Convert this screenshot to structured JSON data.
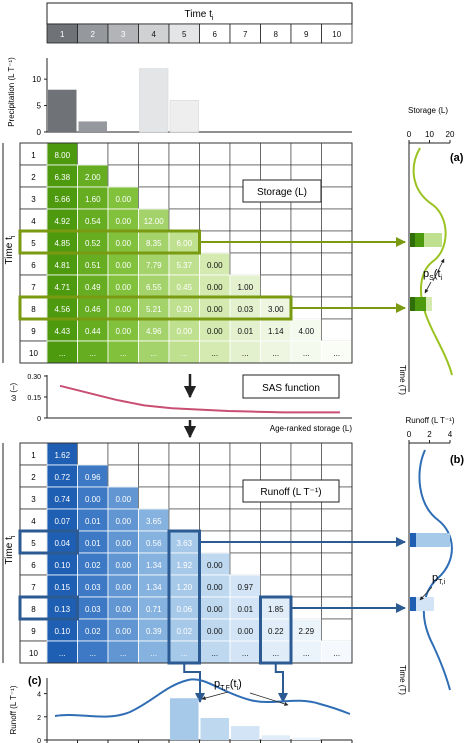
{
  "time_header": {
    "title": "Time t",
    "subscript": "i",
    "cells": [
      "1",
      "2",
      "3",
      "4",
      "5",
      "6",
      "7",
      "8",
      "9",
      "10"
    ],
    "shades": [
      "#6f7277",
      "#95989c",
      "#b2b4b7",
      "#cfd1d3",
      "#e4e5e6",
      "#ffffff",
      "#ffffff",
      "#ffffff",
      "#ffffff",
      "#ffffff"
    ]
  },
  "precip_chart": {
    "ylabel": "Precipitation (L T⁻¹)",
    "yticks": [
      "0",
      "5",
      "10"
    ],
    "chart_data": {
      "type": "bar",
      "categories": [
        "1",
        "2",
        "3",
        "4",
        "5",
        "6",
        "7",
        "8",
        "9",
        "10"
      ],
      "values": [
        8,
        2,
        0,
        12,
        6,
        0,
        0,
        0,
        0,
        0
      ],
      "ylim": [
        0,
        14
      ],
      "colors": [
        "#6f7277",
        "#95989c",
        "#b2b4b7",
        "#e4e5e6",
        "#eeeeef",
        "#ffffff",
        "#ffffff",
        "#ffffff",
        "#ffffff",
        "#ffffff"
      ]
    }
  },
  "storage_matrix": {
    "row_axis": "Time t",
    "row_axis_sub": "i",
    "row_labels": [
      "1",
      "2",
      "3",
      "4",
      "5",
      "6",
      "7",
      "8",
      "9",
      "10"
    ],
    "rows": [
      [
        "8.00"
      ],
      [
        "6.38",
        "2.00"
      ],
      [
        "5.66",
        "1.60",
        "0.00"
      ],
      [
        "4.92",
        "0.54",
        "0.00",
        "12.00"
      ],
      [
        "4.85",
        "0.52",
        "0.00",
        "8.35",
        "6.00"
      ],
      [
        "4.81",
        "0.51",
        "0.00",
        "7.79",
        "5.37",
        "0.00"
      ],
      [
        "4.71",
        "0.49",
        "0.00",
        "6.55",
        "0.45",
        "0.00",
        "1.00"
      ],
      [
        "4.56",
        "0.46",
        "0.00",
        "5.21",
        "0.20",
        "0.00",
        "0.03",
        "3.00"
      ],
      [
        "4.43",
        "0.44",
        "0.00",
        "4.96",
        "0.00",
        "0.00",
        "0.01",
        "1.14",
        "4.00"
      ],
      [
        "...",
        "...",
        "...",
        "...",
        "...",
        "...",
        "...",
        "...",
        "...",
        "..."
      ]
    ],
    "col_colors": [
      "#4e9a0e",
      "#66ad22",
      "#82c13c",
      "#a3d36a",
      "#bfe08f",
      "#d4eab1",
      "#e4f1cf",
      "#eef6e2",
      "#f5faef",
      "#fafcf6"
    ],
    "label": "Storage (L)",
    "highlight_rows": [
      5,
      8
    ],
    "accent": "#7a9a12"
  },
  "storage_profile": {
    "letter": "(a)",
    "xlabel": "Storage (L)",
    "xticks": [
      "0",
      "10",
      "20"
    ],
    "ylabel": "Time (T)",
    "curve_label": "p",
    "curve_sub": "S",
    "curve_arg": "(t",
    "curve_arg_sub": "i",
    "curve_color": "#9ac321"
  },
  "sas": {
    "ylabel": "ω (–)",
    "yticks": [
      "0",
      "0.15",
      "0.30"
    ],
    "xlabel": "Age-ranked storage (L)",
    "box_label": "SAS function",
    "curve_color": "#c94e73",
    "chart_data": {
      "type": "line",
      "x": [
        0,
        0.1,
        0.2,
        0.3,
        0.4,
        0.5,
        0.6,
        0.7,
        0.8,
        0.9,
        1.0
      ],
      "values": [
        0.23,
        0.18,
        0.13,
        0.09,
        0.07,
        0.06,
        0.05,
        0.045,
        0.04,
        0.04,
        0.04
      ],
      "ylim": [
        0,
        0.3
      ]
    }
  },
  "runoff_matrix": {
    "row_axis": "Time t",
    "row_axis_sub": "i",
    "row_labels": [
      "1",
      "2",
      "3",
      "4",
      "5",
      "6",
      "7",
      "8",
      "9",
      "10"
    ],
    "rows": [
      [
        "1.62"
      ],
      [
        "0.72",
        "0.96"
      ],
      [
        "0.74",
        "0.00",
        "0.00"
      ],
      [
        "0.07",
        "0.01",
        "0.00",
        "3.65"
      ],
      [
        "0.04",
        "0.01",
        "0.00",
        "0.56",
        "3.63"
      ],
      [
        "0.10",
        "0.02",
        "0.00",
        "1.34",
        "1.92",
        "0.00"
      ],
      [
        "0.15",
        "0.03",
        "0.00",
        "1.34",
        "1.20",
        "0.00",
        "0.97"
      ],
      [
        "0.13",
        "0.03",
        "0.00",
        "0.71",
        "0.06",
        "0.00",
        "0.01",
        "1.85"
      ],
      [
        "0.10",
        "0.02",
        "0.00",
        "0.39",
        "0.02",
        "0.00",
        "0.00",
        "0.22",
        "2.29"
      ],
      [
        "...",
        "...",
        "...",
        "...",
        "...",
        "...",
        "...",
        "...",
        "...",
        "..."
      ]
    ],
    "col_colors": [
      "#1f5fb3",
      "#3d79c4",
      "#6196d2",
      "#86b2df",
      "#a6c8e9",
      "#bed8f0",
      "#d2e4f5",
      "#e0edf8",
      "#ecf4fb",
      "#f5f9fd"
    ],
    "label": "Runoff (L T⁻¹)",
    "highlight_rows": [
      5,
      8
    ],
    "highlight_cols": [
      5,
      8
    ],
    "accent": "#2c5a92"
  },
  "runoff_profile": {
    "letter": "(b)",
    "xlabel": "Runoff (L T⁻¹)",
    "xticks": [
      "0",
      "2",
      "4"
    ],
    "ylabel": "Time (T)",
    "curve_label": "p",
    "curve_sub": "T,i",
    "curve_color": "#2f6db5"
  },
  "runoff_bottom": {
    "letter": "(c)",
    "ylabel": "Runoff (L T⁻¹)",
    "yticks": [
      "0",
      "2",
      "4"
    ],
    "curve_label": "p",
    "curve_sub": "T,F",
    "curve_arg": "(t",
    "curve_arg_sub": "i",
    "curve_color": "#2f6db5",
    "chart_data": {
      "type": "area",
      "categories": [
        "5",
        "6",
        "7",
        "8",
        "9"
      ],
      "values": [
        3.6,
        1.9,
        1.2,
        0.4,
        0.2
      ],
      "ylim": [
        0,
        5
      ]
    }
  },
  "colors": {
    "grid": "#333333",
    "green_accent": "#7a9a12",
    "blue_accent": "#2c5a92"
  }
}
